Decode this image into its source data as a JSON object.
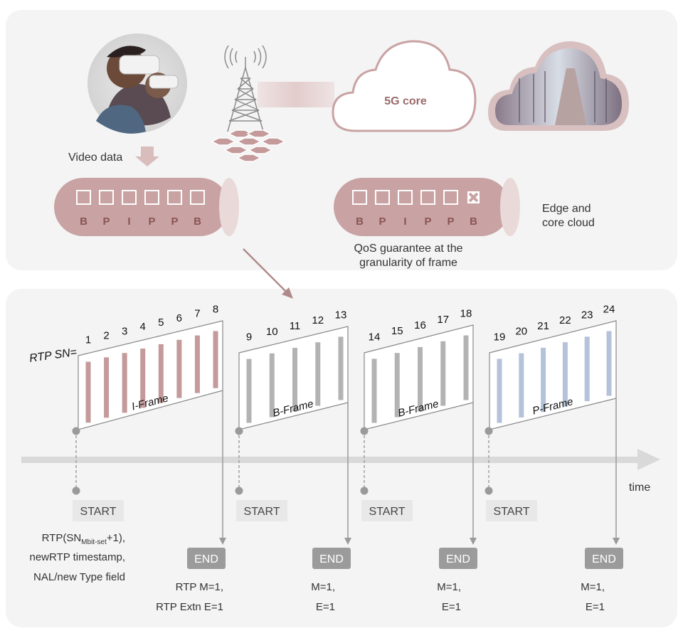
{
  "top": {
    "video_data_label": "Video data",
    "core_label": "5G core",
    "edge_label_line1": "Edge and",
    "edge_label_line2": "core cloud",
    "qos_line1": "QoS guarantee at the",
    "qos_line2": "granularity of frame",
    "pipe_left_frames": [
      "B",
      "P",
      "I",
      "P",
      "P",
      "B"
    ],
    "pipe_right_frames": [
      "B",
      "P",
      "I",
      "P",
      "P",
      "B"
    ]
  },
  "bottom": {
    "rtp_sn_label": "RTP SN=",
    "time_label": "time",
    "groups": [
      {
        "frame_label": "I-Frame",
        "sn": [
          "1",
          "2",
          "3",
          "4",
          "5",
          "6",
          "7",
          "8"
        ],
        "start_label": "START",
        "end_label": "END",
        "start_note": [
          "RTP(SN",
          "Mbit-set",
          "+1),",
          "newRTP timestamp,",
          "NAL/new Type field"
        ],
        "end_note": [
          "RTP M=1,",
          "RTP Extn E=1"
        ],
        "color": "#c49a9a"
      },
      {
        "frame_label": "B-Frame",
        "sn": [
          "9",
          "10",
          "11",
          "12",
          "13"
        ],
        "start_label": "START",
        "end_label": "END",
        "end_note": [
          "M=1,",
          "E=1"
        ],
        "color": "#b3b3b3"
      },
      {
        "frame_label": "B-Frame",
        "sn": [
          "14",
          "15",
          "16",
          "17",
          "18"
        ],
        "start_label": "START",
        "end_label": "END",
        "end_note": [
          "M=1,",
          "E=1"
        ],
        "color": "#b3b3b3"
      },
      {
        "frame_label": "P-Frame",
        "sn": [
          "19",
          "20",
          "21",
          "22",
          "23",
          "24"
        ],
        "start_label": "START",
        "end_label": "END",
        "end_note": [
          "M=1,",
          "E=1"
        ],
        "color": "#b4c2da"
      }
    ]
  }
}
